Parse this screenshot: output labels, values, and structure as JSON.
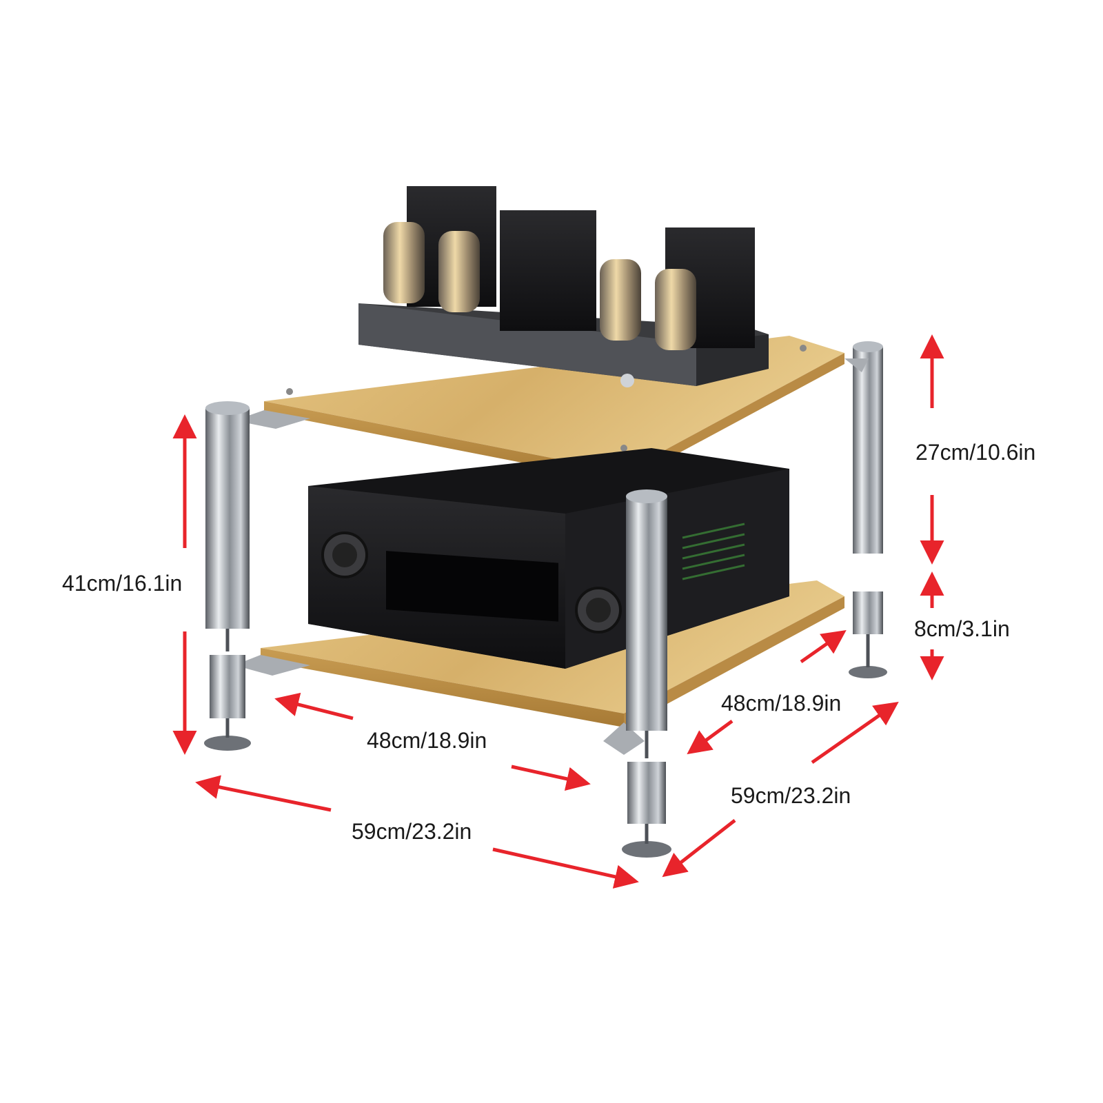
{
  "dimensions": {
    "total_height": "41cm/16.1in",
    "upper_shelf_gap": "27cm/10.6in",
    "foot_height": "8cm/3.1in",
    "shelf_width": "48cm/18.9in",
    "shelf_depth": "48cm/18.9in",
    "overall_width": "59cm/23.2in",
    "overall_depth": "59cm/23.2in"
  },
  "colors": {
    "arrow": "#e8242b",
    "wood": "#d9b776",
    "chrome": "#8a8e93",
    "equipment": "#1c1c1e"
  }
}
